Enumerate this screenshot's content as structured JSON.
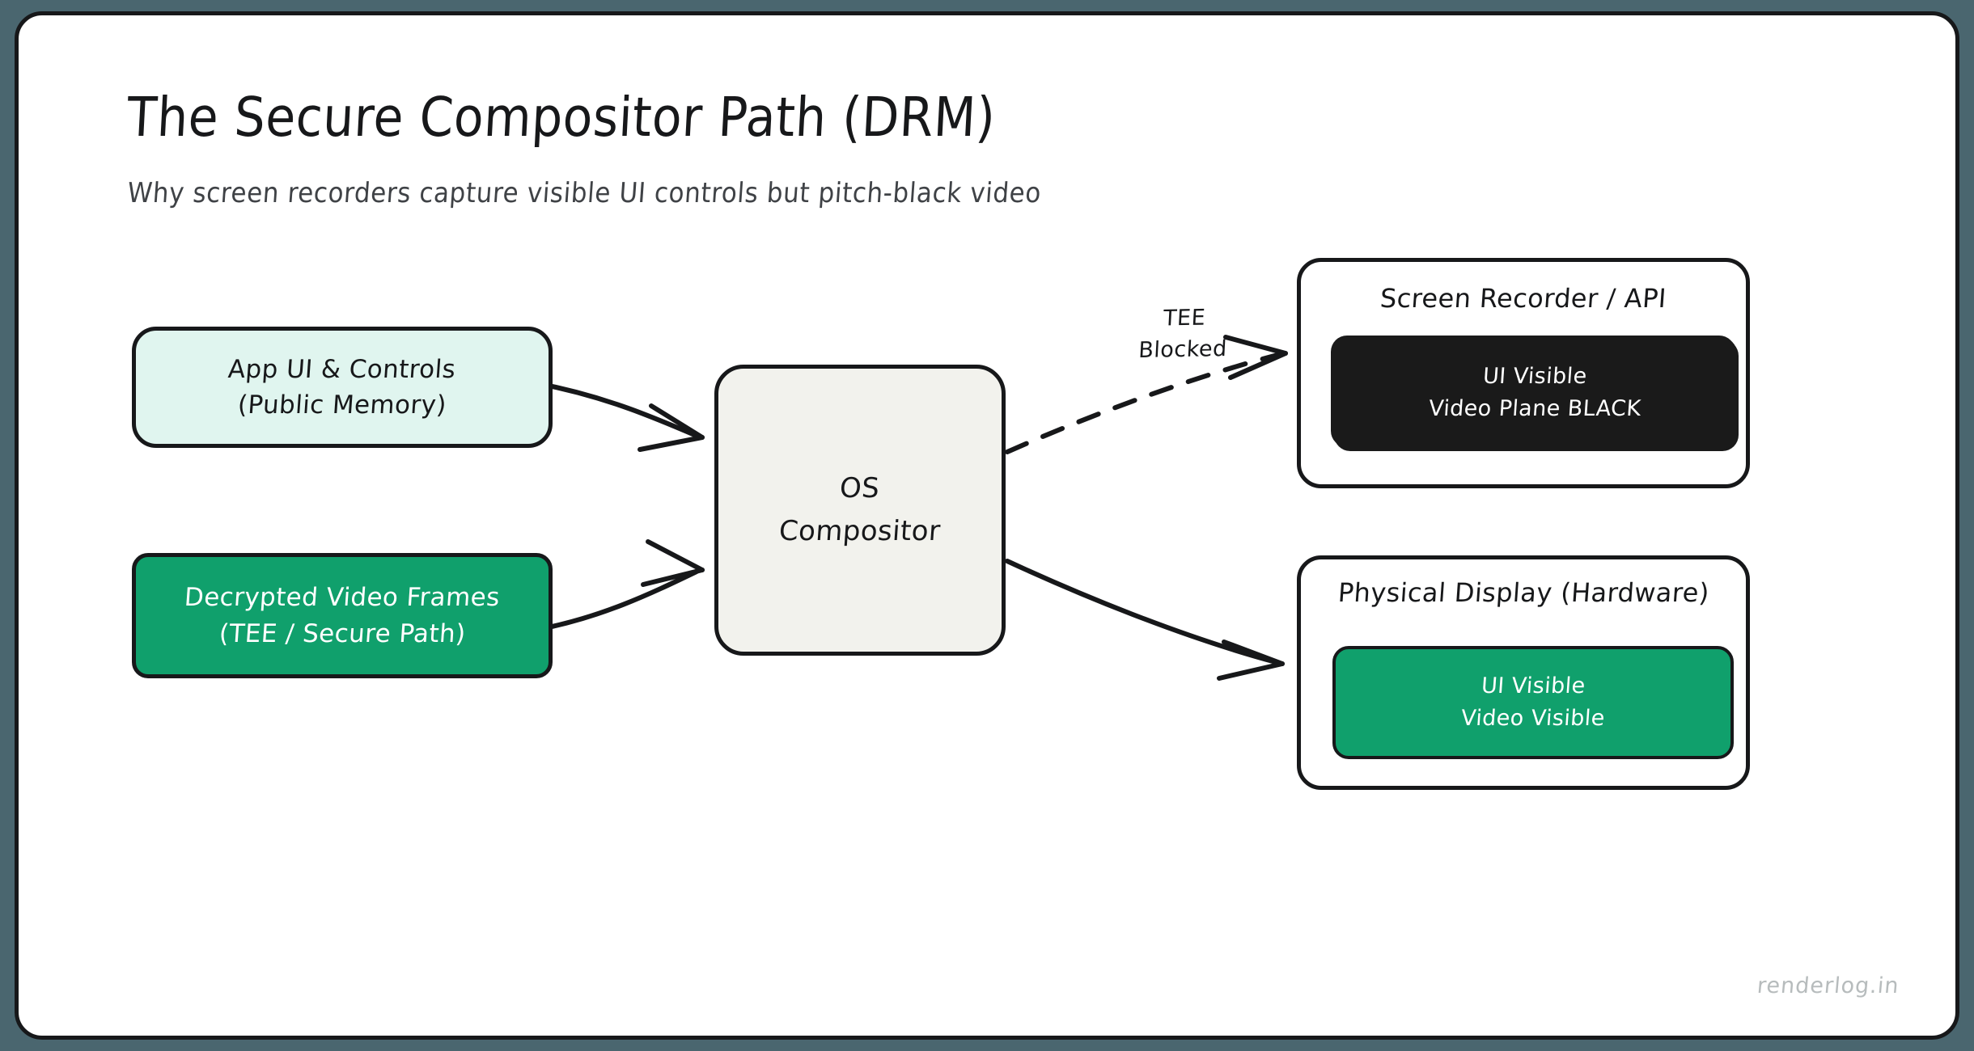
{
  "page": {
    "background_color": "#4a666f",
    "card_color": "#ffffff",
    "ink_color": "#17181a"
  },
  "header": {
    "title": "The Secure Compositor Path (DRM)",
    "subtitle": "Why screen recorders capture visible UI controls but pitch-black video"
  },
  "palette": {
    "mint": "#e0f5ef",
    "green": "#10a06c",
    "black_plane": "#1a1a1a",
    "compositor_bg": "#f2f2ed",
    "watermark_gray": "#b7bcbd"
  },
  "nodes": {
    "app_ui": {
      "line1": "App UI & Controls",
      "line2": "(Public Memory)",
      "fill": "#e0f5ef",
      "text_color": "#17181a"
    },
    "video_frames": {
      "line1": "Decrypted Video Frames",
      "line2": "(TEE / Secure Path)",
      "fill": "#10a06c",
      "text_color": "#ffffff"
    },
    "compositor": {
      "line1": "OS",
      "line2": "Compositor",
      "fill": "#f2f2ed",
      "text_color": "#17181a"
    },
    "screen_recorder": {
      "heading": "Screen Recorder / API",
      "plane": {
        "line1": "UI Visible",
        "line2": "Video Plane BLACK",
        "fill": "#1a1a1a",
        "text_color": "#ffffff"
      }
    },
    "physical_display": {
      "heading": "Physical Display (Hardware)",
      "plane": {
        "line1": "UI Visible",
        "line2": "Video Visible",
        "fill": "#10a06c",
        "text_color": "#ffffff"
      }
    }
  },
  "edges": [
    {
      "id": "app-ui-to-compositor",
      "from": "app_ui",
      "to": "compositor",
      "style": "solid",
      "label": ""
    },
    {
      "id": "video-frames-to-compositor",
      "from": "video_frames",
      "to": "compositor",
      "style": "solid",
      "label": ""
    },
    {
      "id": "compositor-to-screen-recorder",
      "from": "compositor",
      "to": "screen_recorder",
      "style": "dashed",
      "label_line1": "TEE",
      "label_line2": "Blocked"
    },
    {
      "id": "compositor-to-physical-display",
      "from": "compositor",
      "to": "physical_display",
      "style": "solid",
      "label": ""
    }
  ],
  "labels": {
    "tee_blocked_line1": "TEE",
    "tee_blocked_line2": "Blocked"
  },
  "footer": {
    "watermark": "renderlog.in"
  }
}
